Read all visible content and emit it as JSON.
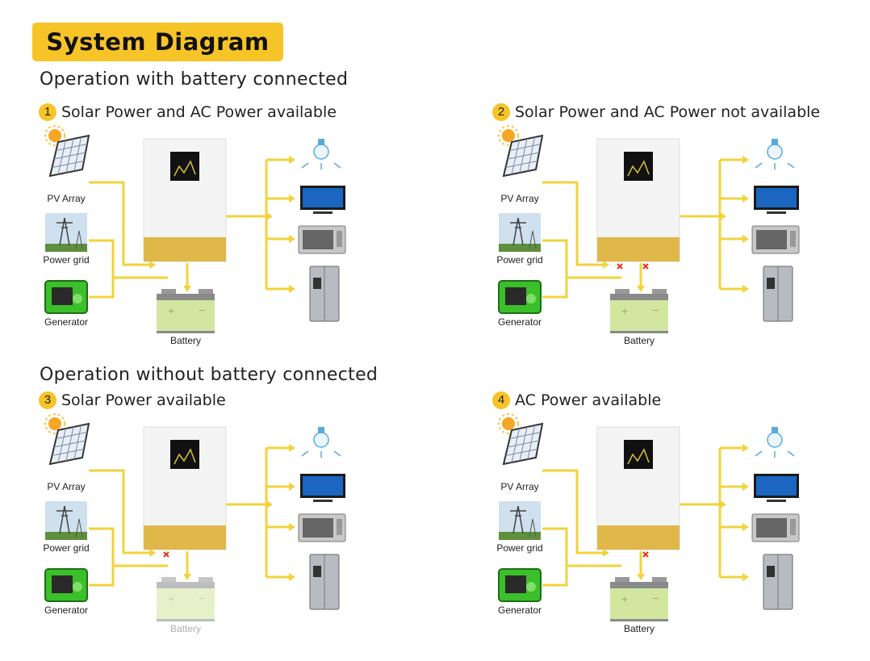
{
  "title": "System Diagram",
  "section1": "Operation with battery connected",
  "section2": "Operation without  battery connected",
  "panels": [
    {
      "number": "1",
      "heading": "Solar Power and AC Power available",
      "battery_connected": true,
      "grid_available": true,
      "battery_dimmed": false,
      "cut_grid": false,
      "cut_battery": false
    },
    {
      "number": "2",
      "heading": "Solar Power and AC Power not available",
      "battery_connected": true,
      "grid_available": false,
      "battery_dimmed": false,
      "cut_grid": true,
      "cut_battery": true
    },
    {
      "number": "3",
      "heading": "Solar Power available",
      "battery_connected": false,
      "grid_available": false,
      "battery_dimmed": true,
      "cut_grid": true,
      "cut_battery": false
    },
    {
      "number": "4",
      "heading": " AC Power available",
      "battery_connected": false,
      "grid_available": true,
      "battery_dimmed": false,
      "cut_grid": false,
      "cut_battery": true
    }
  ],
  "labels": {
    "pv": "PV Array",
    "grid": "Power grid",
    "generator": "Generator",
    "battery": "Battery"
  },
  "colors": {
    "accent": "#f7c428",
    "line": "#f2d33c",
    "cross": "#e8321e",
    "battery": "#d2e6a0",
    "inverter_base": "#e0b84a"
  },
  "loads": [
    "bulb-icon",
    "tv-icon",
    "microwave-icon",
    "fridge-icon"
  ]
}
